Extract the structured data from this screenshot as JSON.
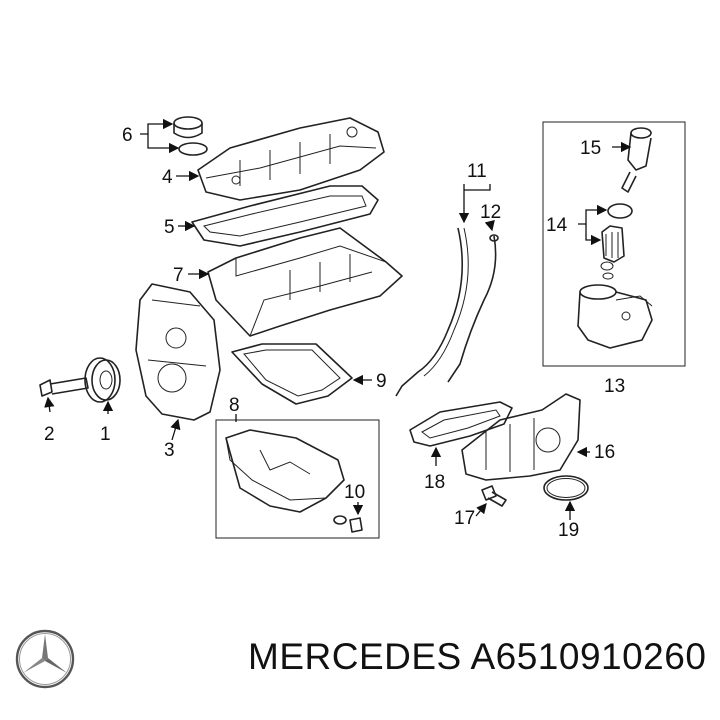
{
  "callouts": {
    "c1": "1",
    "c2": "2",
    "c3": "3",
    "c4": "4",
    "c5": "5",
    "c6": "6",
    "c7": "7",
    "c8": "8",
    "c9": "9",
    "c10": "10",
    "c11": "11",
    "c12": "12",
    "c13": "13",
    "c14": "14",
    "c15": "15",
    "c16": "16",
    "c17": "17",
    "c18": "18",
    "c19": "19"
  },
  "footer": {
    "brand": "MERCEDES",
    "part_number": "A6510910260",
    "logo_icon": "mercedes-star-icon"
  }
}
